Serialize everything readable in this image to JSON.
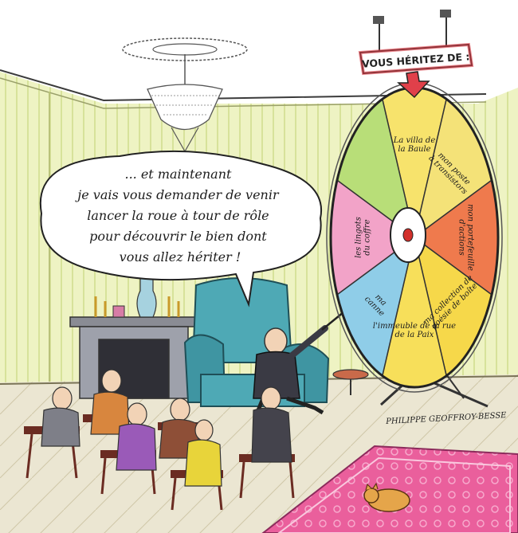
{
  "speech": {
    "lines": [
      "... et maintenant",
      "je vais vous demander de venir",
      "lancer la roue à tour de rôle",
      "pour découvrir le bien dont",
      "vous allez hériter !"
    ]
  },
  "sign": {
    "text": "VOUS HÉRITEZ DE :"
  },
  "wheel": {
    "segments": [
      {
        "label": "La villa de la Baule",
        "color": "#f7e36c"
      },
      {
        "label": "mon poste à transistors",
        "color": "#f4e278"
      },
      {
        "label": "mon portefeuille d'actions",
        "color": "#ef7a4d"
      },
      {
        "label": "ma collection de poésie de boîte",
        "color": "#f6d84a"
      },
      {
        "label": "l'immeuble de la rue de la Paix",
        "color": "#f7df5a"
      },
      {
        "label": "ma canne",
        "color": "#8fcde8"
      },
      {
        "label": "les lingots du coffre",
        "color": "#f2a3c8"
      },
      {
        "label": "",
        "color": "#b8de78"
      }
    ]
  },
  "signature": {
    "text": "PHILIPPE GEOFFROY-BESSE"
  },
  "colors": {
    "wall": "#eef3c3",
    "wall_stripe": "#d7e29a",
    "floor": "#e9e3cf",
    "armchair": "#4ea9b5",
    "rug": "#ea5f9c",
    "sign": "#e0404a"
  }
}
